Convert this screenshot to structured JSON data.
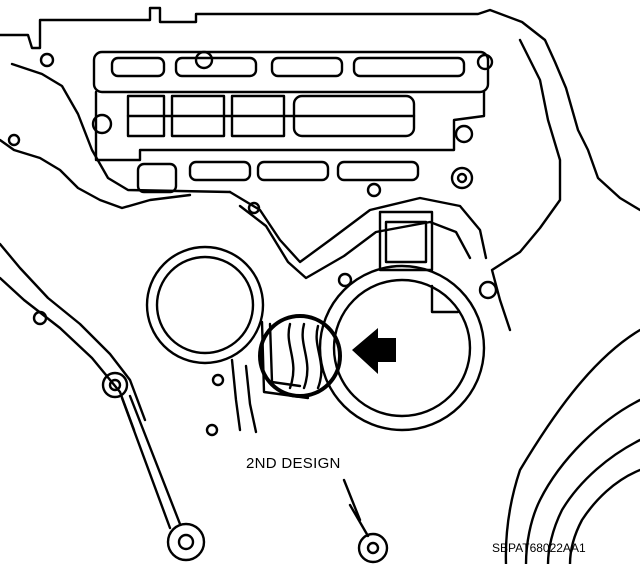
{
  "figure": {
    "caption": "2ND DESIGN",
    "reference_code": "SBPAT68022AA1",
    "colors": {
      "ink": "#000000",
      "background": "#ffffff"
    },
    "callouts": [
      "circled-passage-highlight",
      "arrow-pointing-left"
    ]
  }
}
